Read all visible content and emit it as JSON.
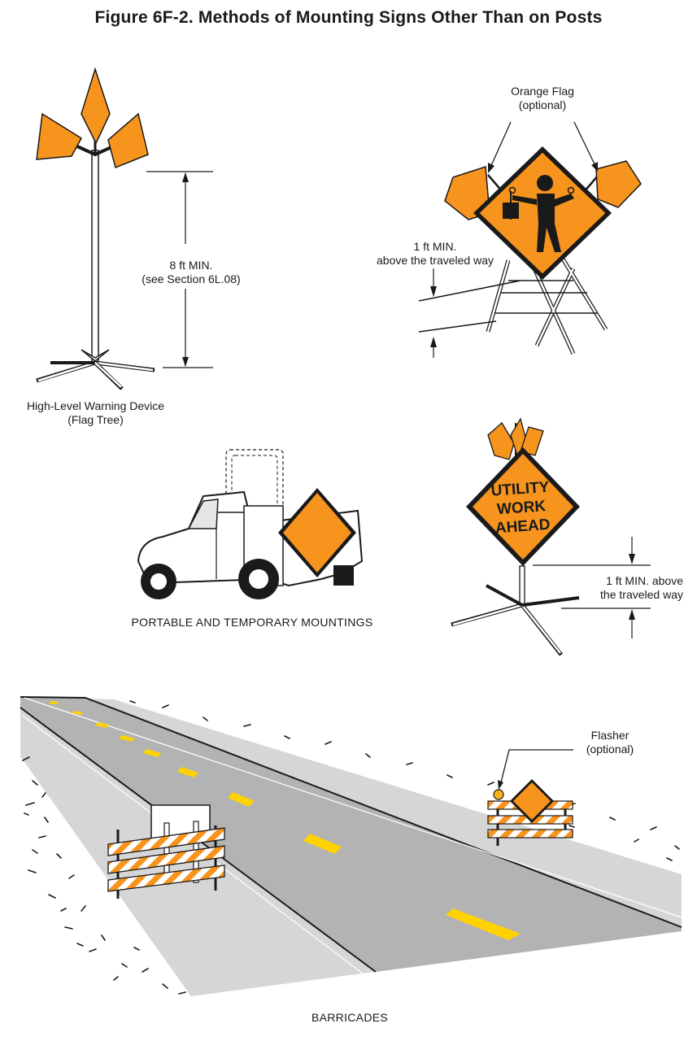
{
  "figure": {
    "title": "Figure 6F-2.  Methods of Mounting Signs Other Than on Posts"
  },
  "flag_tree": {
    "height_label_line1": "8 ft MIN.",
    "height_label_line2": "(see Section 6L.08)",
    "caption_line1": "High-Level Warning Device",
    "caption_line2": "(Flag Tree)"
  },
  "flagger_sign": {
    "flag_label_line1": "Orange Flag",
    "flag_label_line2": "(optional)",
    "height_label_line1": "1 ft MIN.",
    "height_label_line2": "above the traveled way"
  },
  "utility_sign": {
    "sign_text": [
      "UTILITY",
      "WORK",
      "AHEAD"
    ],
    "height_label_line1": "1 ft MIN. above",
    "height_label_line2": "the traveled way"
  },
  "portable": {
    "caption": "PORTABLE AND TEMPORARY MOUNTINGS"
  },
  "barricades": {
    "flasher_label_line1": "Flasher",
    "flasher_label_line2": "(optional)",
    "caption": "BARRICADES"
  },
  "colors": {
    "sign_orange": "#f7941d",
    "road_gray": "#b3b3b3",
    "shoulder_gray": "#d6d6d6",
    "stripe_yellow": "#ffd200",
    "ink": "#1a1a1a"
  }
}
